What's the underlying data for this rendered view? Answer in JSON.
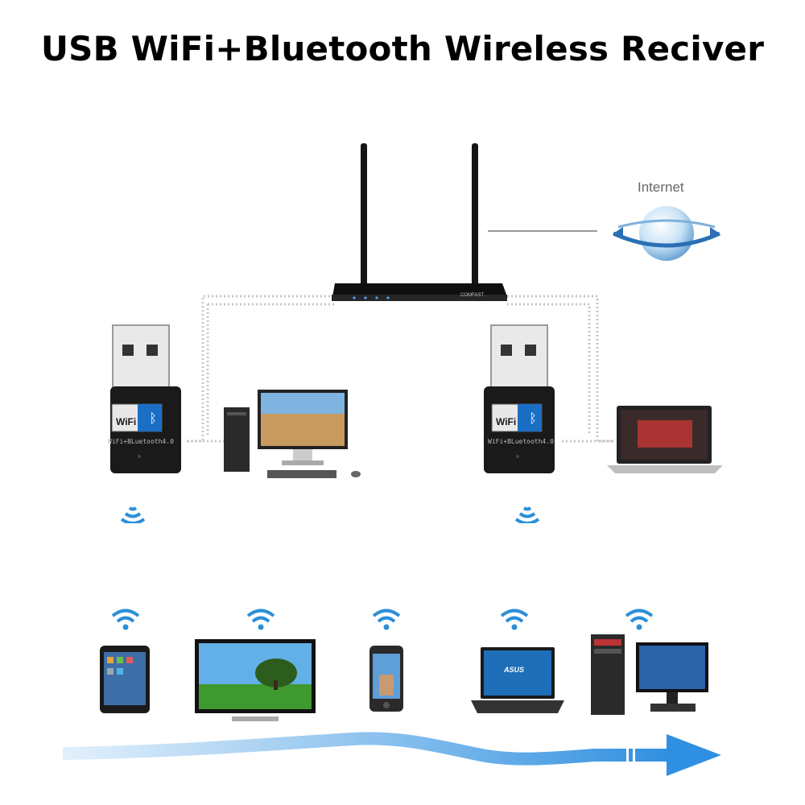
{
  "title": "USB WiFi+Bluetooth Wireless Reciver",
  "internet_label": "Internet",
  "router": {
    "brand": "COMFAST"
  },
  "dongle": {
    "badge_label": "WiFi",
    "model_text": "WiFi+BLuetooth4.0"
  },
  "laptop_bottom": {
    "brand": "ASUS"
  },
  "colors": {
    "signal_blue": "#2b8fd8",
    "arrow_blue": "#2f8fe0",
    "dongle_body": "#1a1a1a",
    "badge_blue": "#1a6fc4"
  }
}
